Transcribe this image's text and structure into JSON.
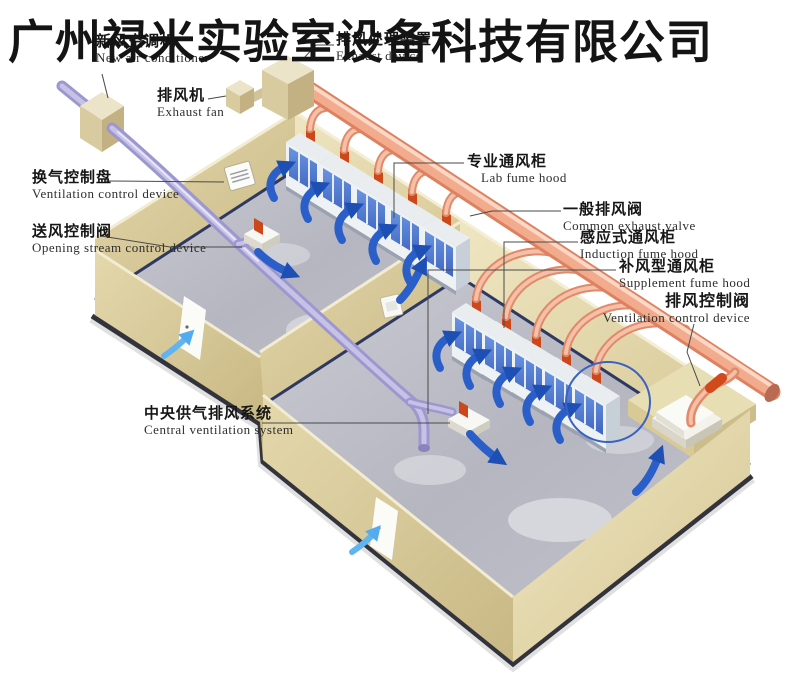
{
  "title": "广州禄米实验室设备科技有限公司",
  "palette": {
    "floor": "#b9bcc4",
    "wall": "#d8cb9a",
    "wall_light": "#ece3c0",
    "duct": "#dd8161",
    "duct_mid": "#f2ab8d",
    "duct_core": "#fbd7c5",
    "pipe": "#9d97cf",
    "pipe_mid": "#c6c2e6",
    "pipe_core": "#e6e4f5",
    "arrow": "#2a5fc9",
    "arrow_light": "#62b4ee",
    "valve_red": "#cc4719",
    "hood_blue": "#3f6ed2",
    "highlight_circle": "#3a62c0",
    "leader": "#4a4a4a",
    "baseboard": "#2e3962",
    "title_color": "#141414"
  },
  "labels": {
    "new_air_conditioner": {
      "cn": "新风空调机",
      "en": "New air conditioner"
    },
    "exhaust_fan": {
      "cn": "排风机",
      "en": "Exhaust fan"
    },
    "exhaust_device": {
      "cn": "排风处理装置",
      "en": "Exhaust device"
    },
    "vent_control_panel": {
      "cn": "换气控制盘",
      "en": "Ventilation control device"
    },
    "opening_stream_valve": {
      "cn": "送风控制阀",
      "en": "Opening stream control device"
    },
    "lab_fume_hood": {
      "cn": "专业通风柜",
      "en": "Lab fume hood"
    },
    "common_exhaust_valve": {
      "cn": "一般排风阀",
      "en": "Common exhaust valve"
    },
    "induction_fume_hood": {
      "cn": "感应式通风柜",
      "en": "Induction fume hood"
    },
    "supplement_fume_hood": {
      "cn": "补风型通风柜",
      "en": "Supplement fume hood"
    },
    "exhaust_control_valve": {
      "cn": "排风控制阀",
      "en": "Ventilation control device"
    },
    "central_vent_system": {
      "cn": "中央供气排风系统",
      "en": "Central ventilation system"
    }
  }
}
